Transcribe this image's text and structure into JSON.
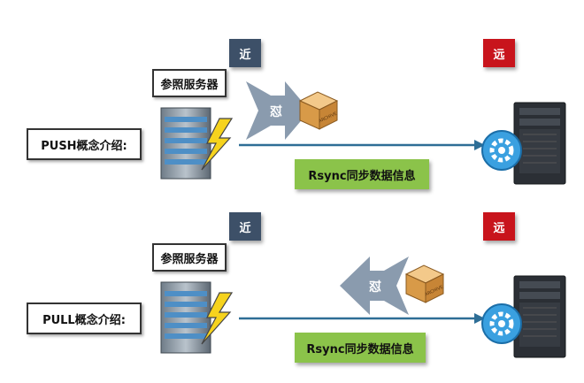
{
  "push": {
    "near_tag": "近",
    "far_tag": "远",
    "ref_server_label": "参照服务器",
    "concept_label": "PUSH概念介绍:",
    "arrow_text": "怼",
    "sync_label": "Rsync同步数据信息",
    "package_text": "ARCHIVE"
  },
  "pull": {
    "near_tag": "近",
    "far_tag": "远",
    "ref_server_label": "参照服务器",
    "concept_label": "PULL概念介绍:",
    "arrow_text": "怼",
    "sync_label": "Rsync同步数据信息",
    "package_text": "ARCHIVE"
  },
  "colors": {
    "near_tag": "#3d5068",
    "far_tag": "#c8141c",
    "sync_box": "#8bc34a",
    "line": "#2e6e96",
    "arrow": "#8a9bae"
  }
}
